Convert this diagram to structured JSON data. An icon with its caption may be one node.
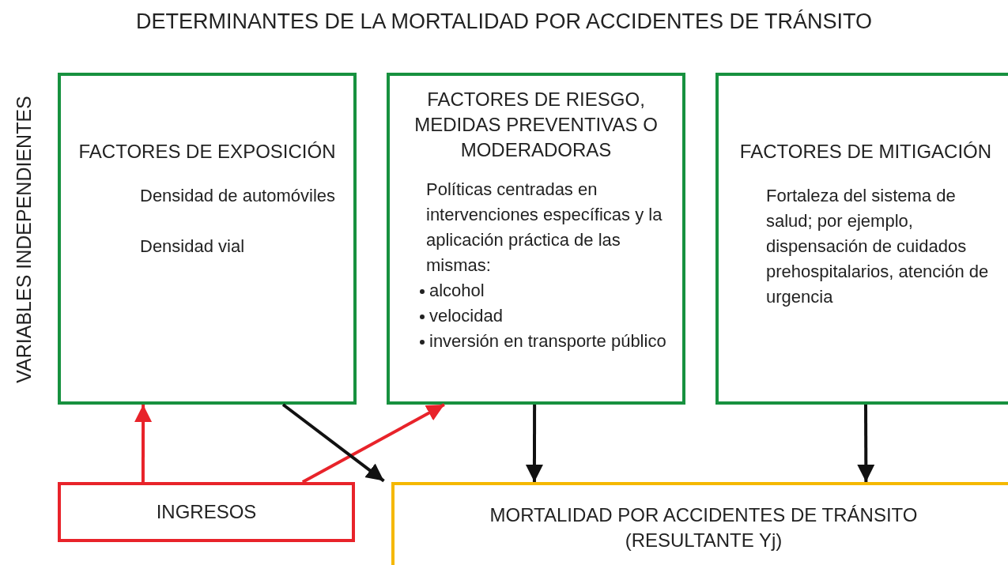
{
  "diagram": {
    "title": "DETERMINANTES DE LA MORTALIDAD POR ACCIDENTES DE TRÁNSITO",
    "nodes": [
      {
        "text": [
          "FACTORES DE EXPOSICIÓN",
          "Densidad de automóviles",
          "Densidad vial"
        ]
      },
      {
        "text": [
          "FACTORES DE RIESGO, MEDIDAS PREVENTIVAS O MODERADORAS",
          "Políticas centradas en intervenciones específicas y la aplicación práctica de las mismas:",
          "alcohol",
          "velocidad",
          "inversión en transporte público"
        ]
      },
      {
        "text": [
          "FACTORES DE MITIGACIÓN",
          "Fortaleza del sistema de salud; por ejemplo, dispensación de cuidados prehospitalarios, atención de urgencia"
        ]
      },
      {
        "text": [
          "INGRESOS"
        ]
      },
      {
        "text": [
          "MORTALIDAD POR ACCIDENTES DE TRÁNSITO",
          "(RESULTANTE  Yj)"
        ]
      }
    ],
    "edges": [
      {
        "from": 3,
        "to": 0,
        "arrow": "to",
        "color": "#e8232a"
      },
      {
        "from": 3,
        "to": 1,
        "arrow": "to",
        "color": "#e8232a"
      },
      {
        "from": 0,
        "to": 4,
        "arrow": "to"
      },
      {
        "from": 1,
        "to": 4,
        "arrow": "to"
      },
      {
        "from": 2,
        "to": 4,
        "arrow": "to"
      }
    ],
    "labels": [
      "VARIABLES INDEPENDIENTES"
    ]
  }
}
